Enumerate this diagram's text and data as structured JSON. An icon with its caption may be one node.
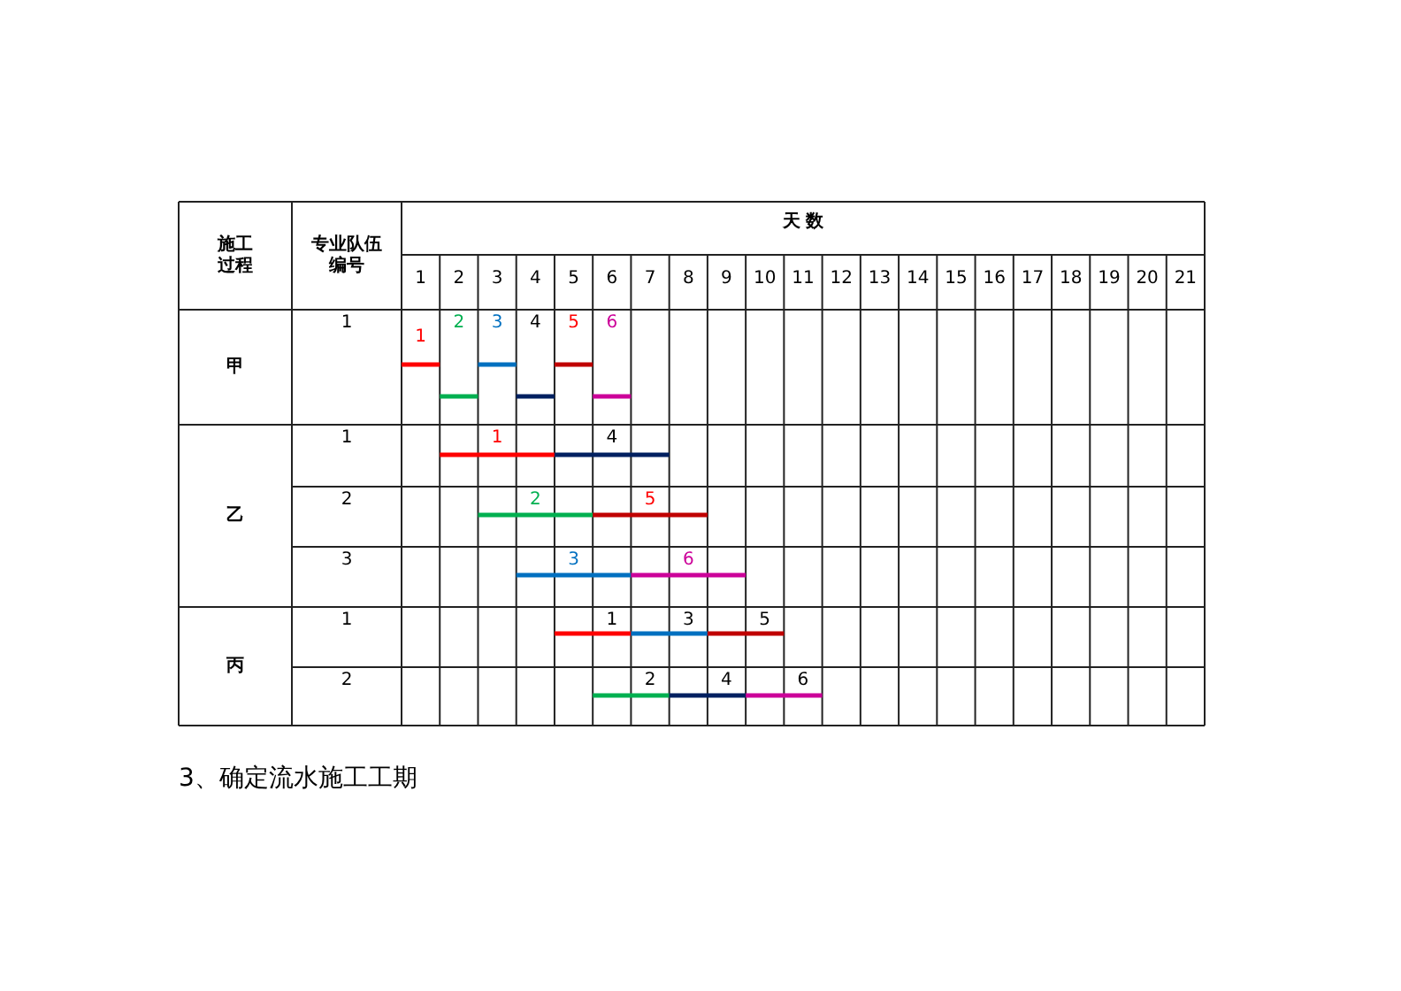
{
  "diagram": {
    "caption": "3、确定流水施工工期",
    "labels": [
      "施工过程",
      "专业队伍编号",
      "天 数",
      "1",
      "2",
      "3",
      "4",
      "5",
      "6",
      "7",
      "8",
      "9",
      "10",
      "11",
      "12",
      "13",
      "14",
      "15",
      "16",
      "17",
      "18",
      "19",
      "20",
      "21",
      "甲",
      "1",
      "1",
      "2",
      "3",
      "4",
      "5",
      "6",
      "乙",
      "1",
      "1",
      "4",
      "2",
      "2",
      "5",
      "3",
      "3",
      "6",
      "丙",
      "1",
      "1",
      "3",
      "5",
      "2",
      "2",
      "4",
      "6"
    ]
  }
}
